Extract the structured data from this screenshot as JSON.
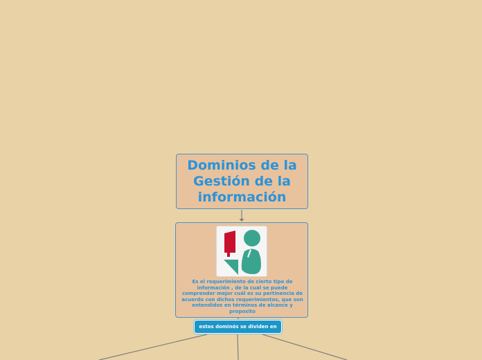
{
  "map": {
    "root_title": "Dominios de la Gestión de la información",
    "description": "Es el requerimiento de cierto tipo de información , de la cual se puede comprender mejor cuál es su pertinencia de acuerdo con dichos requerimientos, que son entendidos en términos de alcance y proposito",
    "subtopic_label": "estos dominós se dividen en",
    "image_icon": "people-icon"
  },
  "colors": {
    "background": "#e9d3a6",
    "node_fill": "#e8c29d",
    "node_border": "#4a90c8",
    "title_text": "#2b93d9",
    "pill_fill": "#1c96c8",
    "connector": "#7d7d7d",
    "icon_red": "#c8102e",
    "icon_teal": "#3aa58e"
  }
}
